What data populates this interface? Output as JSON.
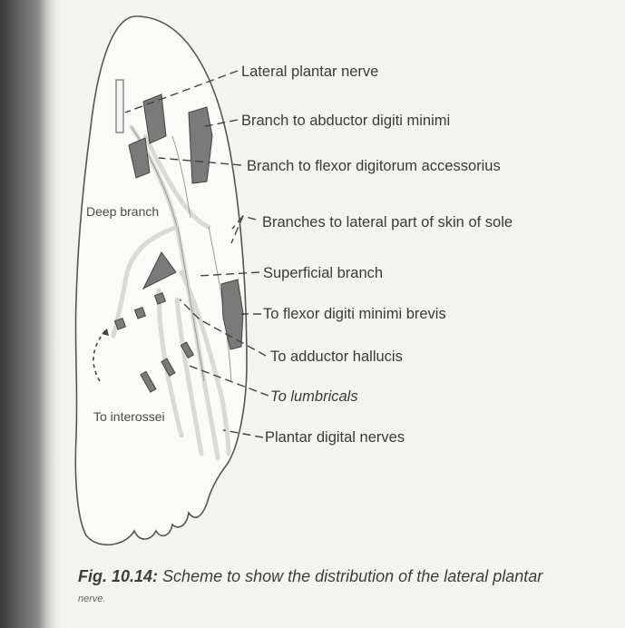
{
  "labels": {
    "lateral_plantar_nerve": "Lateral plantar nerve",
    "abductor_digiti_minimi": "Branch to abductor digiti minimi",
    "flexor_digitorum_accessorius": "Branch to flexor digitorum accessorius",
    "deep_branch": "Deep branch",
    "skin_of_sole": "Branches to lateral part of skin of sole",
    "superficial_branch": "Superficial branch",
    "flexor_digiti_minimi_brevis": "To flexor digiti minimi brevis",
    "adductor_hallucis": "To adductor hallucis",
    "lumbricals": "To lumbricals",
    "interossei": "To interossei",
    "plantar_digital_nerves": "Plantar digital nerves"
  },
  "caption": {
    "figure_number": "Fig. 10.14:",
    "text": "Scheme to show the distribution of the lateral plantar",
    "text_line2": "nerve."
  }
}
